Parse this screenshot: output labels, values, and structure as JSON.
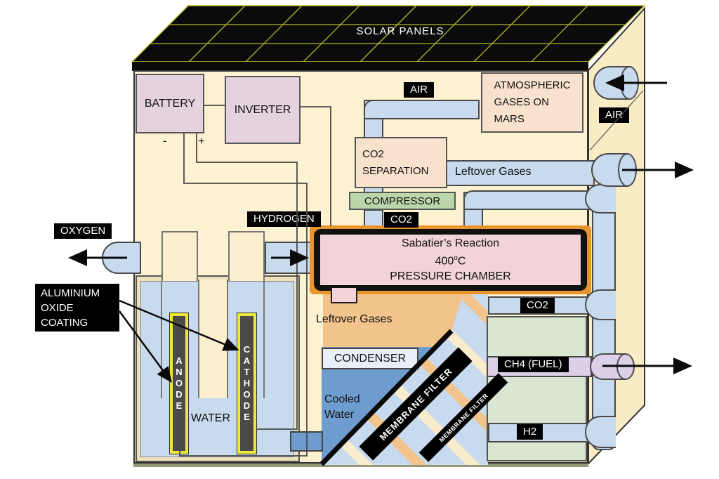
{
  "colors": {
    "front_face": "#FCF1D0",
    "side_face": "#F9EBC4",
    "pipe_blue": "#C7DAEE",
    "pipe_lavender": "#DCCFE8",
    "power_box": "#E4D3DF",
    "peach_box": "#F9E2CD",
    "compressor_green": "#BAD6AA",
    "chamber_pink": "#F1D3D9",
    "chamber_frame_orange": "#E8952E",
    "leftover_orange": "#F2C38B",
    "cooled_water_blue": "#6F9CCE",
    "green_output_area": "#D9E7D2",
    "electrode_gray": "#4a4a4a",
    "electrode_outline_yellow": "#F0E838",
    "panel_black": "#0b0b0b",
    "panel_grid_yellow": "#B5B52A",
    "label_bg": "#000000",
    "label_fg": "#FFFFFF"
  },
  "solar": {
    "label": "SOLAR PANELS"
  },
  "power": {
    "battery": "BATTERY",
    "inverter": "INVERTER",
    "minus": "-",
    "plus": "+"
  },
  "air_system": {
    "air_pipe_label": "AIR",
    "air_side_label": "AIR",
    "atmospheric_line1": "ATMOSPHERIC",
    "atmospheric_line2": "GASES ON",
    "atmospheric_line3": "MARS",
    "co2_sep_line1": "CO2",
    "co2_sep_line2": "SEPARATION",
    "leftover_pipe_label": "Leftover Gases",
    "compressor": "COMPRESSOR",
    "co2_feed_label": "CO2"
  },
  "chamber": {
    "line1": "Sabatier’s Reaction",
    "temp_base": "400",
    "temp_sup": "o",
    "temp_unit": "C",
    "line3": "PRESSURE CHAMBER"
  },
  "electrolysis": {
    "oxygen": "OXYGEN",
    "hydrogen": "HYDROGEN",
    "coating_line1": "ALUMINIUM",
    "coating_line2": "OXIDE",
    "coating_line3": "COATING",
    "anode": "ANODE",
    "cathode": "CATHODE",
    "water": "WATER"
  },
  "separator": {
    "leftover_area_label": "Leftover Gases",
    "condenser": "CONDENSER",
    "cooled_line1": "Cooled",
    "cooled_line2": "Water",
    "membrane1": "MEMBRANE FILTER",
    "membrane2": "MEMBRANE FILTER"
  },
  "outputs": {
    "co2": "CO2",
    "ch4": "CH4 (FUEL)",
    "h2": "H2"
  }
}
